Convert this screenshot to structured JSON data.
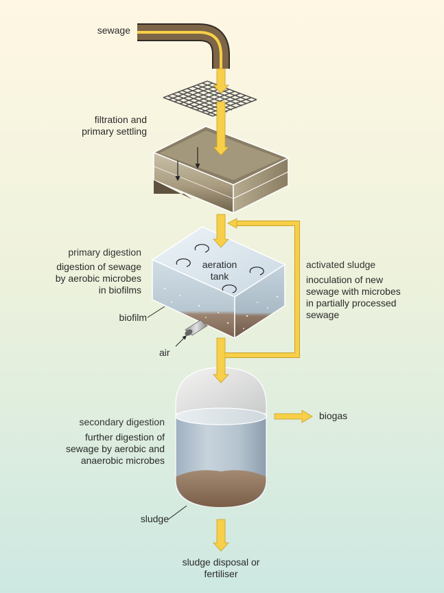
{
  "labels": {
    "sewage": "sewage",
    "filtration_1": "filtration and",
    "filtration_2": "primary settling",
    "primary_title": "primary digestion",
    "primary_1": "digestion of sewage",
    "primary_2": "by aerobic microbes",
    "primary_3": "in biofilms",
    "biofilm": "biofilm",
    "air": "air",
    "aeration_1": "aeration",
    "aeration_2": "tank",
    "activated_title": "activated sludge",
    "activated_1": "inoculation of new",
    "activated_2": "sewage with microbes",
    "activated_3": "in partially processed",
    "activated_4": "sewage",
    "secondary_title": "secondary digestion",
    "secondary_1": "further digestion of",
    "secondary_2": "sewage by aerobic and",
    "secondary_3": "anaerobic microbes",
    "biogas": "biogas",
    "sludge": "sludge",
    "disposal_1": "sludge disposal or",
    "disposal_2": "fertiliser"
  },
  "colors": {
    "background_top": "#fff7e4",
    "background_bottom": "#cde8e2",
    "flow_arrow": "#f7cf48",
    "pipe": "#7d6547",
    "tank_water": "#b9c8d2",
    "sludge": "#8a6a50"
  }
}
